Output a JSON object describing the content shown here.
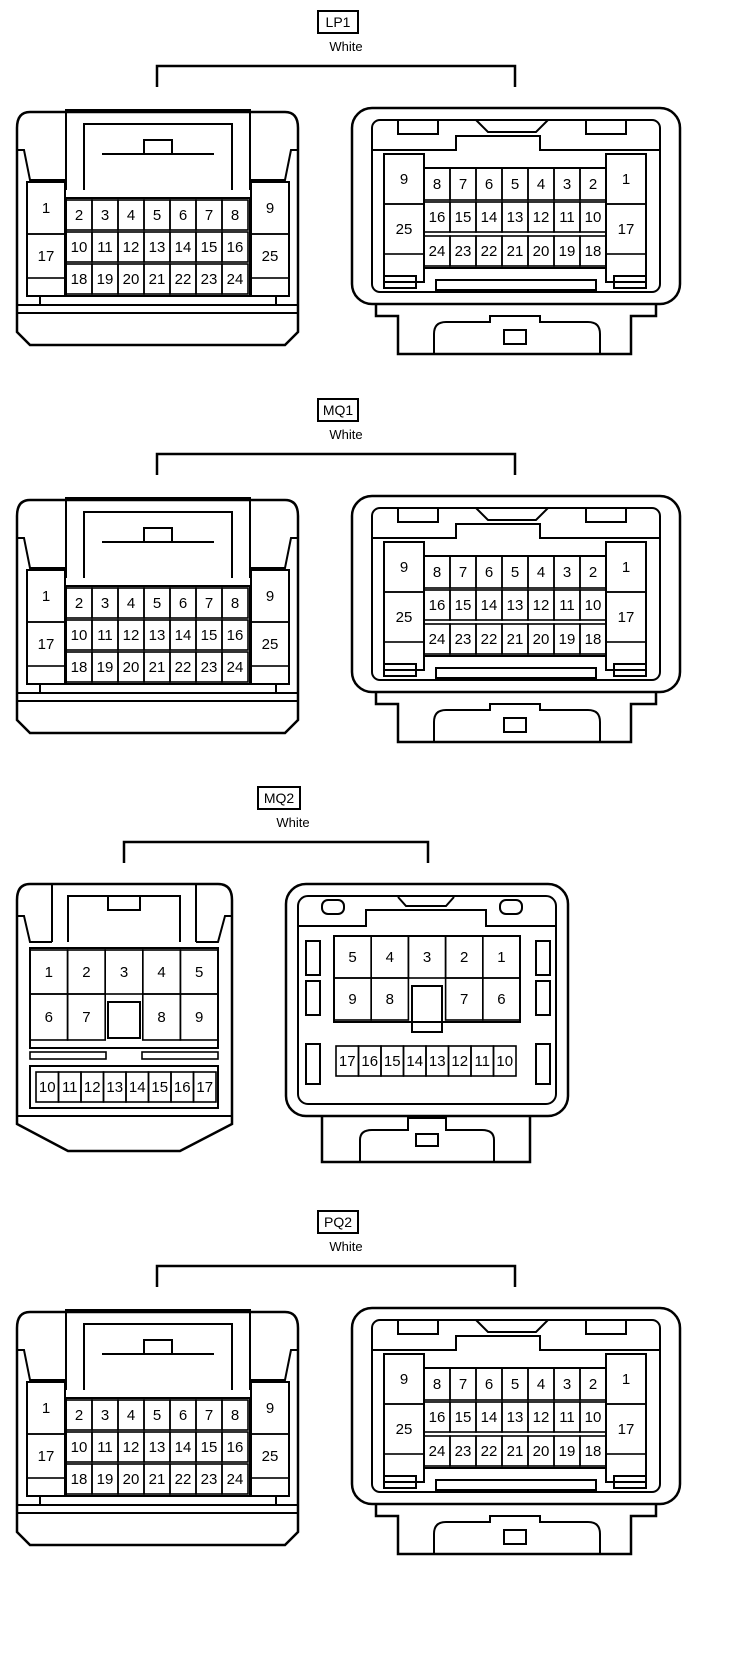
{
  "connectors": [
    {
      "id": "LP1",
      "color": "White",
      "left_rows": [
        [
          "1",
          "2",
          "3",
          "4",
          "5",
          "6",
          "7",
          "8",
          "9"
        ],
        [
          "17",
          "10",
          "11",
          "12",
          "13",
          "14",
          "15",
          "16",
          "25"
        ],
        [
          "18",
          "19",
          "20",
          "21",
          "22",
          "23",
          "24"
        ]
      ],
      "right_rows": [
        [
          "9",
          "8",
          "7",
          "6",
          "5",
          "4",
          "3",
          "2",
          "1"
        ],
        [
          "25",
          "16",
          "15",
          "14",
          "13",
          "12",
          "11",
          "10",
          "17"
        ],
        [
          "24",
          "23",
          "22",
          "21",
          "20",
          "19",
          "18"
        ]
      ]
    },
    {
      "id": "MQ1",
      "color": "White",
      "left_rows": [
        [
          "1",
          "2",
          "3",
          "4",
          "5",
          "6",
          "7",
          "8",
          "9"
        ],
        [
          "17",
          "10",
          "11",
          "12",
          "13",
          "14",
          "15",
          "16",
          "25"
        ],
        [
          "18",
          "19",
          "20",
          "21",
          "22",
          "23",
          "24"
        ]
      ],
      "right_rows": [
        [
          "9",
          "8",
          "7",
          "6",
          "5",
          "4",
          "3",
          "2",
          "1"
        ],
        [
          "25",
          "16",
          "15",
          "14",
          "13",
          "12",
          "11",
          "10",
          "17"
        ],
        [
          "24",
          "23",
          "22",
          "21",
          "20",
          "19",
          "18"
        ]
      ]
    },
    {
      "id": "MQ2",
      "color": "White",
      "left_rows": [
        [
          "1",
          "2",
          "3",
          "4",
          "5"
        ],
        [
          "6",
          "7",
          "8",
          "9"
        ],
        [
          "10",
          "11",
          "12",
          "13",
          "14",
          "15",
          "16",
          "17"
        ]
      ],
      "right_rows": [
        [
          "5",
          "4",
          "3",
          "2",
          "1"
        ],
        [
          "9",
          "8",
          "7",
          "6"
        ],
        [
          "17",
          "16",
          "15",
          "14",
          "13",
          "12",
          "11",
          "10"
        ]
      ]
    },
    {
      "id": "PQ2",
      "color": "White",
      "left_rows": [
        [
          "1",
          "2",
          "3",
          "4",
          "5",
          "6",
          "7",
          "8",
          "9"
        ],
        [
          "17",
          "10",
          "11",
          "12",
          "13",
          "14",
          "15",
          "16",
          "25"
        ],
        [
          "18",
          "19",
          "20",
          "21",
          "22",
          "23",
          "24"
        ]
      ],
      "right_rows": [
        [
          "9",
          "8",
          "7",
          "6",
          "5",
          "4",
          "3",
          "2",
          "1"
        ],
        [
          "25",
          "16",
          "15",
          "14",
          "13",
          "12",
          "11",
          "10",
          "17"
        ],
        [
          "24",
          "23",
          "22",
          "21",
          "20",
          "19",
          "18"
        ]
      ]
    }
  ]
}
